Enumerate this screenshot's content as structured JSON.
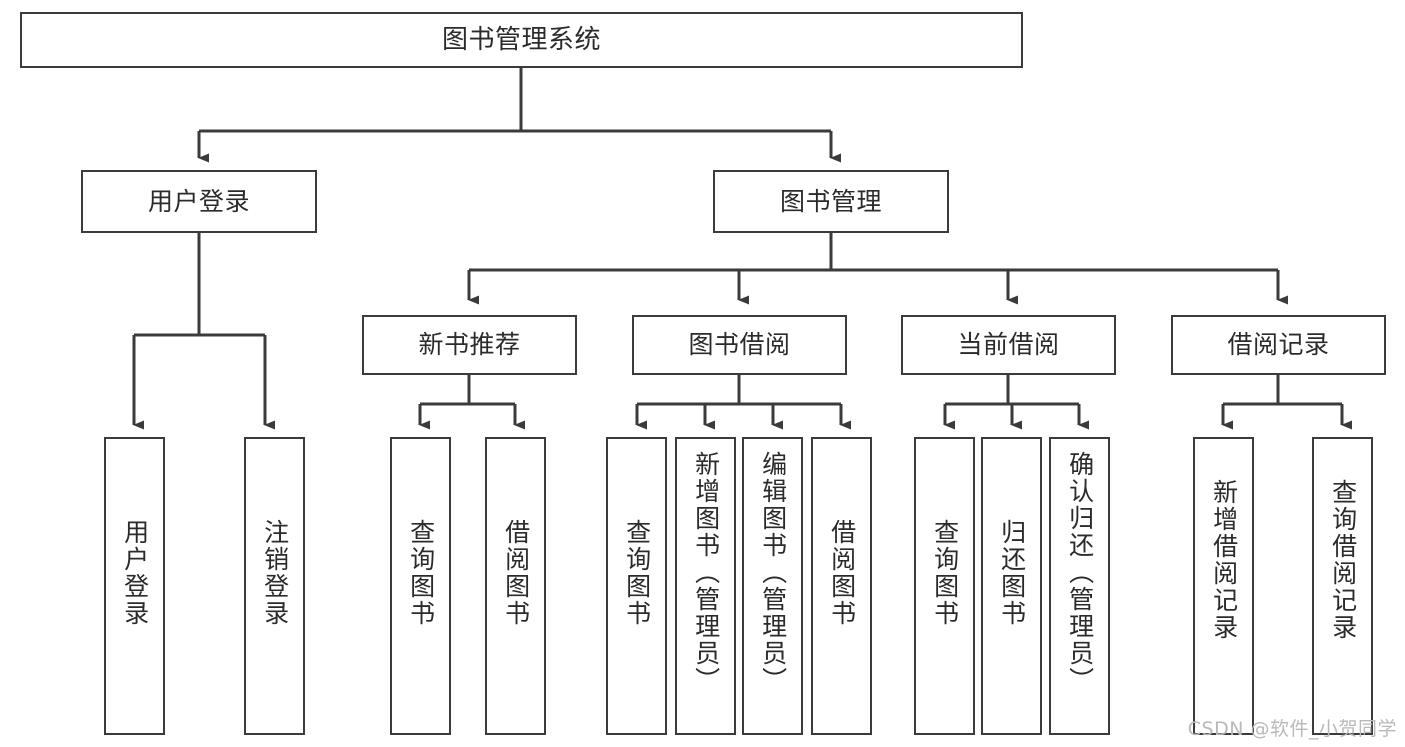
{
  "diagram": {
    "title": "图书管理系统",
    "type": "tree",
    "stroke_color": "#3b3b3b",
    "text_color": "#2b2b2b",
    "background_color": "#ffffff",
    "watermark": "CSDN @软件_小贺同学",
    "watermark_color": "#b9b9b9"
  },
  "nodes": {
    "root": {
      "label": "图书管理系统",
      "level": 0
    },
    "level1": [
      {
        "id": "user-login",
        "label": "用户登录"
      },
      {
        "id": "book-manage",
        "label": "图书管理"
      }
    ],
    "level2": [
      {
        "id": "new-book-recommend",
        "label": "新书推荐",
        "parent": "book-manage"
      },
      {
        "id": "book-borrow",
        "label": "图书借阅",
        "parent": "book-manage"
      },
      {
        "id": "current-borrow",
        "label": "当前借阅",
        "parent": "book-manage"
      },
      {
        "id": "borrow-record",
        "label": "借阅记录",
        "parent": "book-manage"
      }
    ],
    "leaves": [
      {
        "id": "leaf-user-login",
        "label": "用户登录",
        "parent": "user-login"
      },
      {
        "id": "leaf-logout",
        "label": "注销登录",
        "parent": "user-login"
      },
      {
        "id": "leaf-query-book-1",
        "label": "查询图书",
        "parent": "new-book-recommend"
      },
      {
        "id": "leaf-borrow-book-1",
        "label": "借阅图书",
        "parent": "new-book-recommend"
      },
      {
        "id": "leaf-query-book-2",
        "label": "查询图书",
        "parent": "book-borrow"
      },
      {
        "id": "leaf-add-book",
        "label": "新增图书（管理员）",
        "parent": "book-borrow"
      },
      {
        "id": "leaf-edit-book",
        "label": "编辑图书（管理员）",
        "parent": "book-borrow"
      },
      {
        "id": "leaf-borrow-book-2",
        "label": "借阅图书",
        "parent": "book-borrow"
      },
      {
        "id": "leaf-query-book-3",
        "label": "查询图书",
        "parent": "current-borrow"
      },
      {
        "id": "leaf-return-book",
        "label": "归还图书",
        "parent": "current-borrow"
      },
      {
        "id": "leaf-confirm-return",
        "label": "确认归还（管理员）",
        "parent": "current-borrow"
      },
      {
        "id": "leaf-add-record",
        "label": "新增借阅记录",
        "parent": "borrow-record"
      },
      {
        "id": "leaf-query-record",
        "label": "查询借阅记录",
        "parent": "borrow-record"
      }
    ]
  }
}
